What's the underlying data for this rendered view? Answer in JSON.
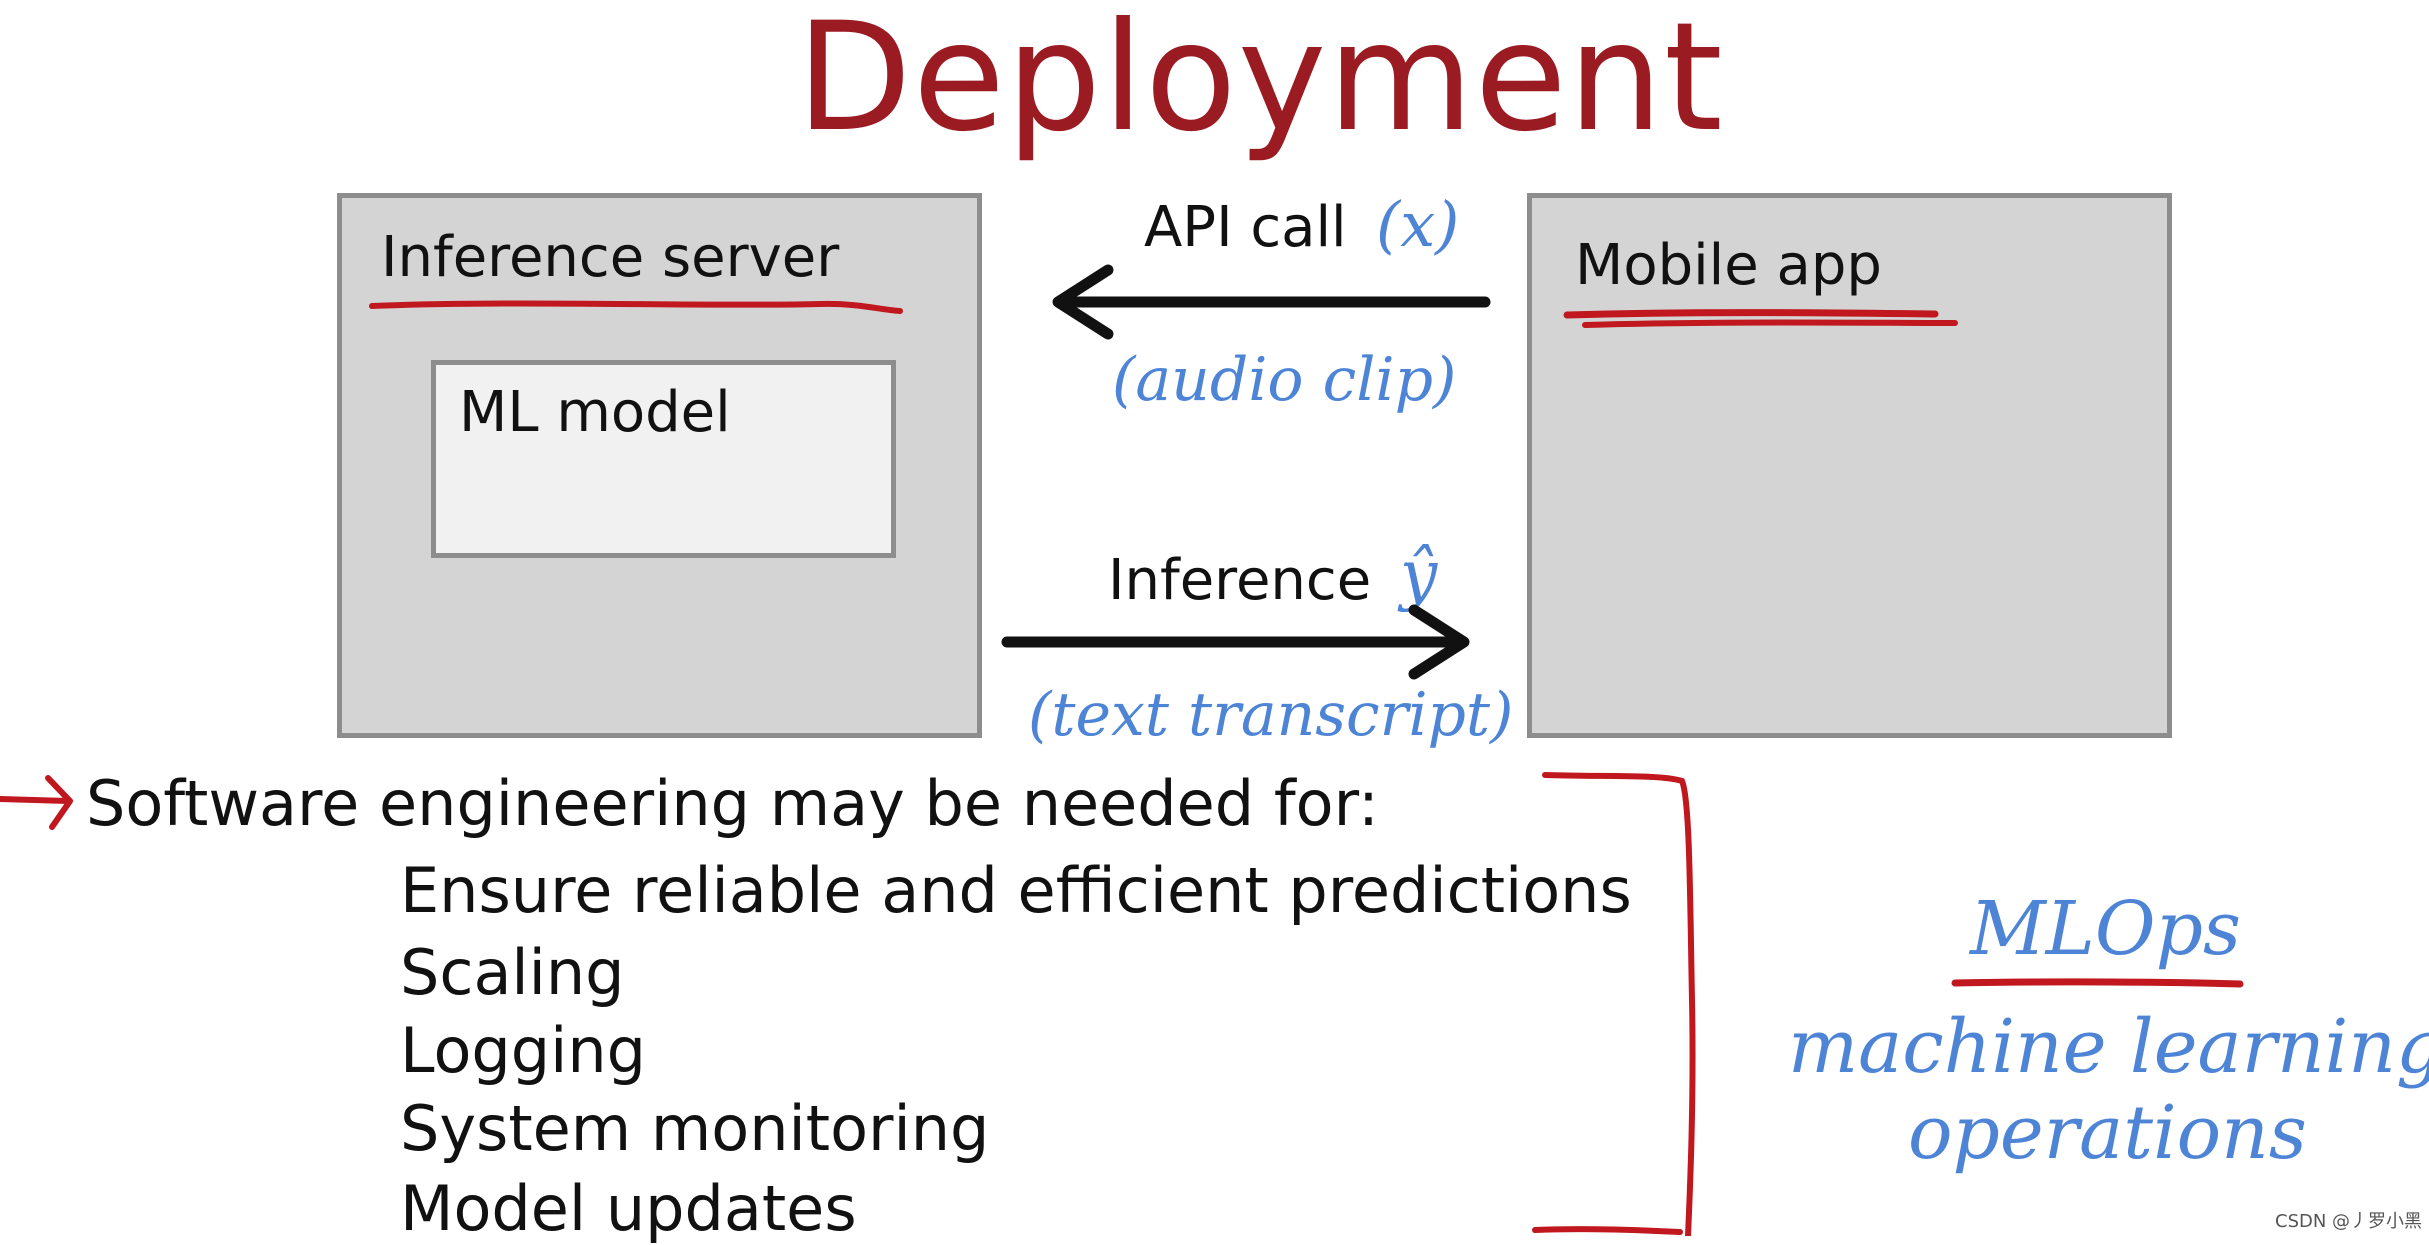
{
  "title": "Deployment",
  "server": {
    "label": "Inference server",
    "model_label": "ML model"
  },
  "mobile": {
    "label": "Mobile app"
  },
  "request": {
    "label": "API call",
    "var": "(x)",
    "note": "(audio clip)"
  },
  "response": {
    "label": "Inference",
    "var": "ŷ",
    "note": "(text transcript)"
  },
  "software": {
    "heading": "Software engineering may be needed for:",
    "items": [
      "Ensure reliable and efficient predictions",
      "Scaling",
      "Logging",
      "System monitoring",
      "Model updates"
    ]
  },
  "mlops": {
    "label": "MLOps",
    "line1": "machine learning",
    "line2": "operations"
  },
  "watermark": "CSDN @丿罗小黑",
  "colors": {
    "title": "#9b1b22",
    "annotation_red": "#c0181e",
    "annotation_blue": "#4d84d6",
    "box_fill": "#d4d4d4",
    "box_border": "#8d8d8d",
    "inner_box_fill": "#f1f1f1"
  }
}
